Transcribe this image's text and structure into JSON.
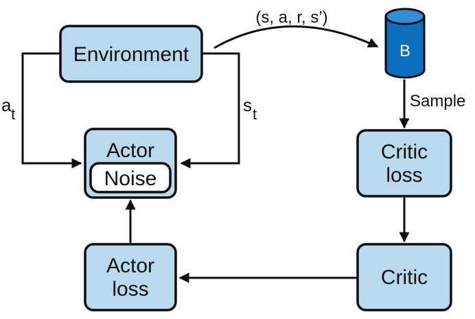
{
  "nodes": {
    "environment": {
      "label": "Environment"
    },
    "actor": {
      "label": "Actor"
    },
    "noise": {
      "label": "Noise"
    },
    "buffer": {
      "label": "B"
    },
    "critic_loss": {
      "line1": "Critic",
      "line2": "loss"
    },
    "critic": {
      "label": "Critic"
    },
    "actor_loss": {
      "line1": "Actor",
      "line2": "loss"
    }
  },
  "edges": {
    "transition": "(s, a, r, s’)",
    "sample": "Sample",
    "action": {
      "base": "a",
      "sub": "t"
    },
    "state": {
      "base": "s",
      "sub": "t"
    }
  },
  "colors": {
    "node_fill": "#b9d9ee",
    "buffer_fill": "#0a6fbd",
    "buffer_top": "#2f8fd6",
    "stroke": "#0d0d0d"
  }
}
